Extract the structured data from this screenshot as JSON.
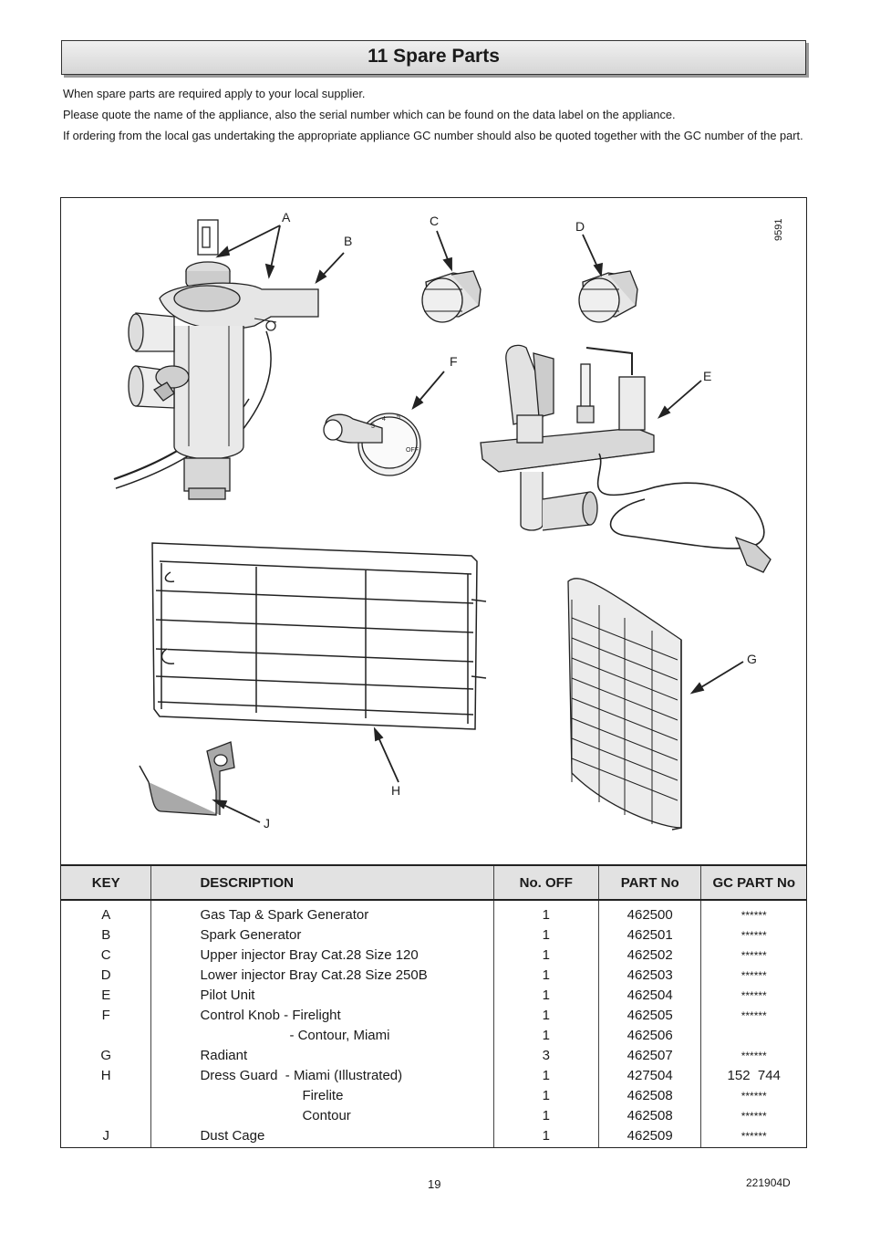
{
  "header": {
    "title": "11 Spare Parts"
  },
  "intro": [
    "When spare parts are required apply to your local supplier.",
    "Please quote the name of the appliance, also the serial number which can be found on the data label on the appliance.",
    "If ordering from the local gas undertaking the appropriate appliance GC number should also be quoted together with the GC number of the part."
  ],
  "figure": {
    "number": "9591",
    "callouts": {
      "a": "A",
      "b": "B",
      "c": "C",
      "d": "D",
      "e": "E",
      "f": "F",
      "g": "G",
      "h": "H",
      "j": "J"
    }
  },
  "table": {
    "headers": {
      "key": "KEY",
      "description": "DESCRIPTION",
      "no_off": "No. OFF",
      "part_no": "PART No",
      "gc_part_no": "GC PART No"
    },
    "rows": [
      {
        "key": "A",
        "description": "Gas Tap & Spark Generator",
        "no_off": "1",
        "part_no": "462500",
        "gc_part_no": "******"
      },
      {
        "key": "B",
        "description": "Spark Generator",
        "no_off": "1",
        "part_no": "462501",
        "gc_part_no": "******"
      },
      {
        "key": "C",
        "description": "Upper injector Bray Cat.28 Size 120",
        "no_off": "1",
        "part_no": "462502",
        "gc_part_no": "******"
      },
      {
        "key": "D",
        "description": "Lower injector Bray Cat.28 Size 250B",
        "no_off": "1",
        "part_no": "462503",
        "gc_part_no": "******"
      },
      {
        "key": "E",
        "description": "Pilot Unit",
        "no_off": "1",
        "part_no": "462504",
        "gc_part_no": "******"
      },
      {
        "key": "F",
        "description": "Control Knob - Firelight",
        "no_off": "1",
        "part_no": "462505",
        "gc_part_no": "******"
      },
      {
        "key": "",
        "description": "- Contour, Miami",
        "no_off": "1",
        "part_no": "462506",
        "gc_part_no": ""
      },
      {
        "key": "G",
        "description": "Radiant",
        "no_off": "3",
        "part_no": "462507",
        "gc_part_no": "******"
      },
      {
        "key": "H",
        "description": "Dress Guard  - Miami (Illustrated)",
        "no_off": "1",
        "part_no": "427504",
        "gc_part_no": "152  744"
      },
      {
        "key": "",
        "description": "Firelite",
        "no_off": "1",
        "part_no": "462508",
        "gc_part_no": "******"
      },
      {
        "key": "",
        "description": "Contour",
        "no_off": "1",
        "part_no": "462508",
        "gc_part_no": "******"
      },
      {
        "key": "J",
        "description": "Dust Cage",
        "no_off": "1",
        "part_no": "462509",
        "gc_part_no": "******"
      }
    ]
  },
  "footer": {
    "page_number": "19",
    "doc_code": "221904D"
  }
}
